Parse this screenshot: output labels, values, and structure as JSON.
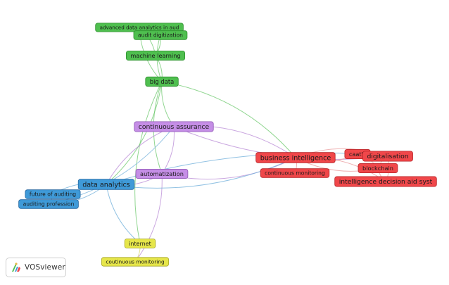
{
  "app": {
    "logo_text": "VOSviewer"
  },
  "clusters": {
    "green": {
      "fill": "#4fbf4f",
      "stroke": "#2e8f2e",
      "link": "#6cc86c"
    },
    "purple": {
      "fill": "#c58ee6",
      "stroke": "#8d55b3",
      "link": "#b88ad6"
    },
    "blue": {
      "fill": "#3f9ad8",
      "stroke": "#2467a0",
      "link": "#6eaed9"
    },
    "red": {
      "fill": "#f0474a",
      "stroke": "#b52226",
      "link": "#e99a9b"
    },
    "yellow": {
      "fill": "#e6e64a",
      "stroke": "#a8a82a",
      "link": "#d8d86e"
    }
  },
  "nodes": [
    {
      "id": "advanced-data-analytics",
      "label": "advanced data analytics in aud",
      "cluster": "green"
    },
    {
      "id": "audit-digitization",
      "label": "audit digitization",
      "cluster": "green"
    },
    {
      "id": "machine-learning",
      "label": "machine learning",
      "cluster": "green"
    },
    {
      "id": "big-data",
      "label": "big data",
      "cluster": "green"
    },
    {
      "id": "continuous-assurance",
      "label": "continuous assurance",
      "cluster": "purple"
    },
    {
      "id": "automatization",
      "label": "automatization",
      "cluster": "purple"
    },
    {
      "id": "data-analytics",
      "label": "data analytics",
      "cluster": "blue"
    },
    {
      "id": "future-of-auditing",
      "label": "future of auditing",
      "cluster": "blue"
    },
    {
      "id": "auditing-profession",
      "label": "auditing profession",
      "cluster": "blue"
    },
    {
      "id": "business-intelligence",
      "label": "business intelligence",
      "cluster": "red"
    },
    {
      "id": "continuous-monitoring-red",
      "label": "continuous monitoring",
      "cluster": "red"
    },
    {
      "id": "caats",
      "label": "caat's",
      "cluster": "red"
    },
    {
      "id": "digitalisation",
      "label": "digitalisation",
      "cluster": "red"
    },
    {
      "id": "blockchain",
      "label": "blockchain",
      "cluster": "red"
    },
    {
      "id": "intelligence-decision-aid",
      "label": "intelligence decision aid syst",
      "cluster": "red"
    },
    {
      "id": "internet",
      "label": "internet",
      "cluster": "yellow"
    },
    {
      "id": "coutinuous-monitoring",
      "label": "coutinuous monitoring",
      "cluster": "yellow"
    }
  ],
  "links": [
    [
      "advanced-data-analytics",
      "audit-digitization"
    ],
    [
      "advanced-data-analytics",
      "machine-learning"
    ],
    [
      "advanced-data-analytics",
      "big-data"
    ],
    [
      "audit-digitization",
      "machine-learning"
    ],
    [
      "audit-digitization",
      "big-data"
    ],
    [
      "machine-learning",
      "big-data"
    ],
    [
      "big-data",
      "continuous-assurance"
    ],
    [
      "big-data",
      "data-analytics"
    ],
    [
      "big-data",
      "automatization"
    ],
    [
      "big-data",
      "business-intelligence"
    ],
    [
      "big-data",
      "internet"
    ],
    [
      "continuous-assurance",
      "automatization"
    ],
    [
      "continuous-assurance",
      "data-analytics"
    ],
    [
      "continuous-assurance",
      "business-intelligence"
    ],
    [
      "continuous-assurance",
      "digitalisation"
    ],
    [
      "automatization",
      "data-analytics"
    ],
    [
      "automatization",
      "business-intelligence"
    ],
    [
      "automatization",
      "coutinuous-monitoring"
    ],
    [
      "data-analytics",
      "future-of-auditing"
    ],
    [
      "data-analytics",
      "auditing-profession"
    ],
    [
      "data-analytics",
      "business-intelligence"
    ],
    [
      "data-analytics",
      "digitalisation"
    ],
    [
      "data-analytics",
      "internet"
    ],
    [
      "future-of-auditing",
      "auditing-profession"
    ],
    [
      "auditing-profession",
      "continuous-assurance"
    ],
    [
      "business-intelligence",
      "continuous-monitoring-red"
    ],
    [
      "business-intelligence",
      "caats"
    ],
    [
      "business-intelligence",
      "digitalisation"
    ],
    [
      "business-intelligence",
      "blockchain"
    ],
    [
      "business-intelligence",
      "intelligence-decision-aid"
    ],
    [
      "caats",
      "digitalisation"
    ],
    [
      "caats",
      "blockchain"
    ],
    [
      "digitalisation",
      "blockchain"
    ],
    [
      "digitalisation",
      "intelligence-decision-aid"
    ],
    [
      "blockchain",
      "intelligence-decision-aid"
    ],
    [
      "internet",
      "coutinuous-monitoring"
    ]
  ]
}
